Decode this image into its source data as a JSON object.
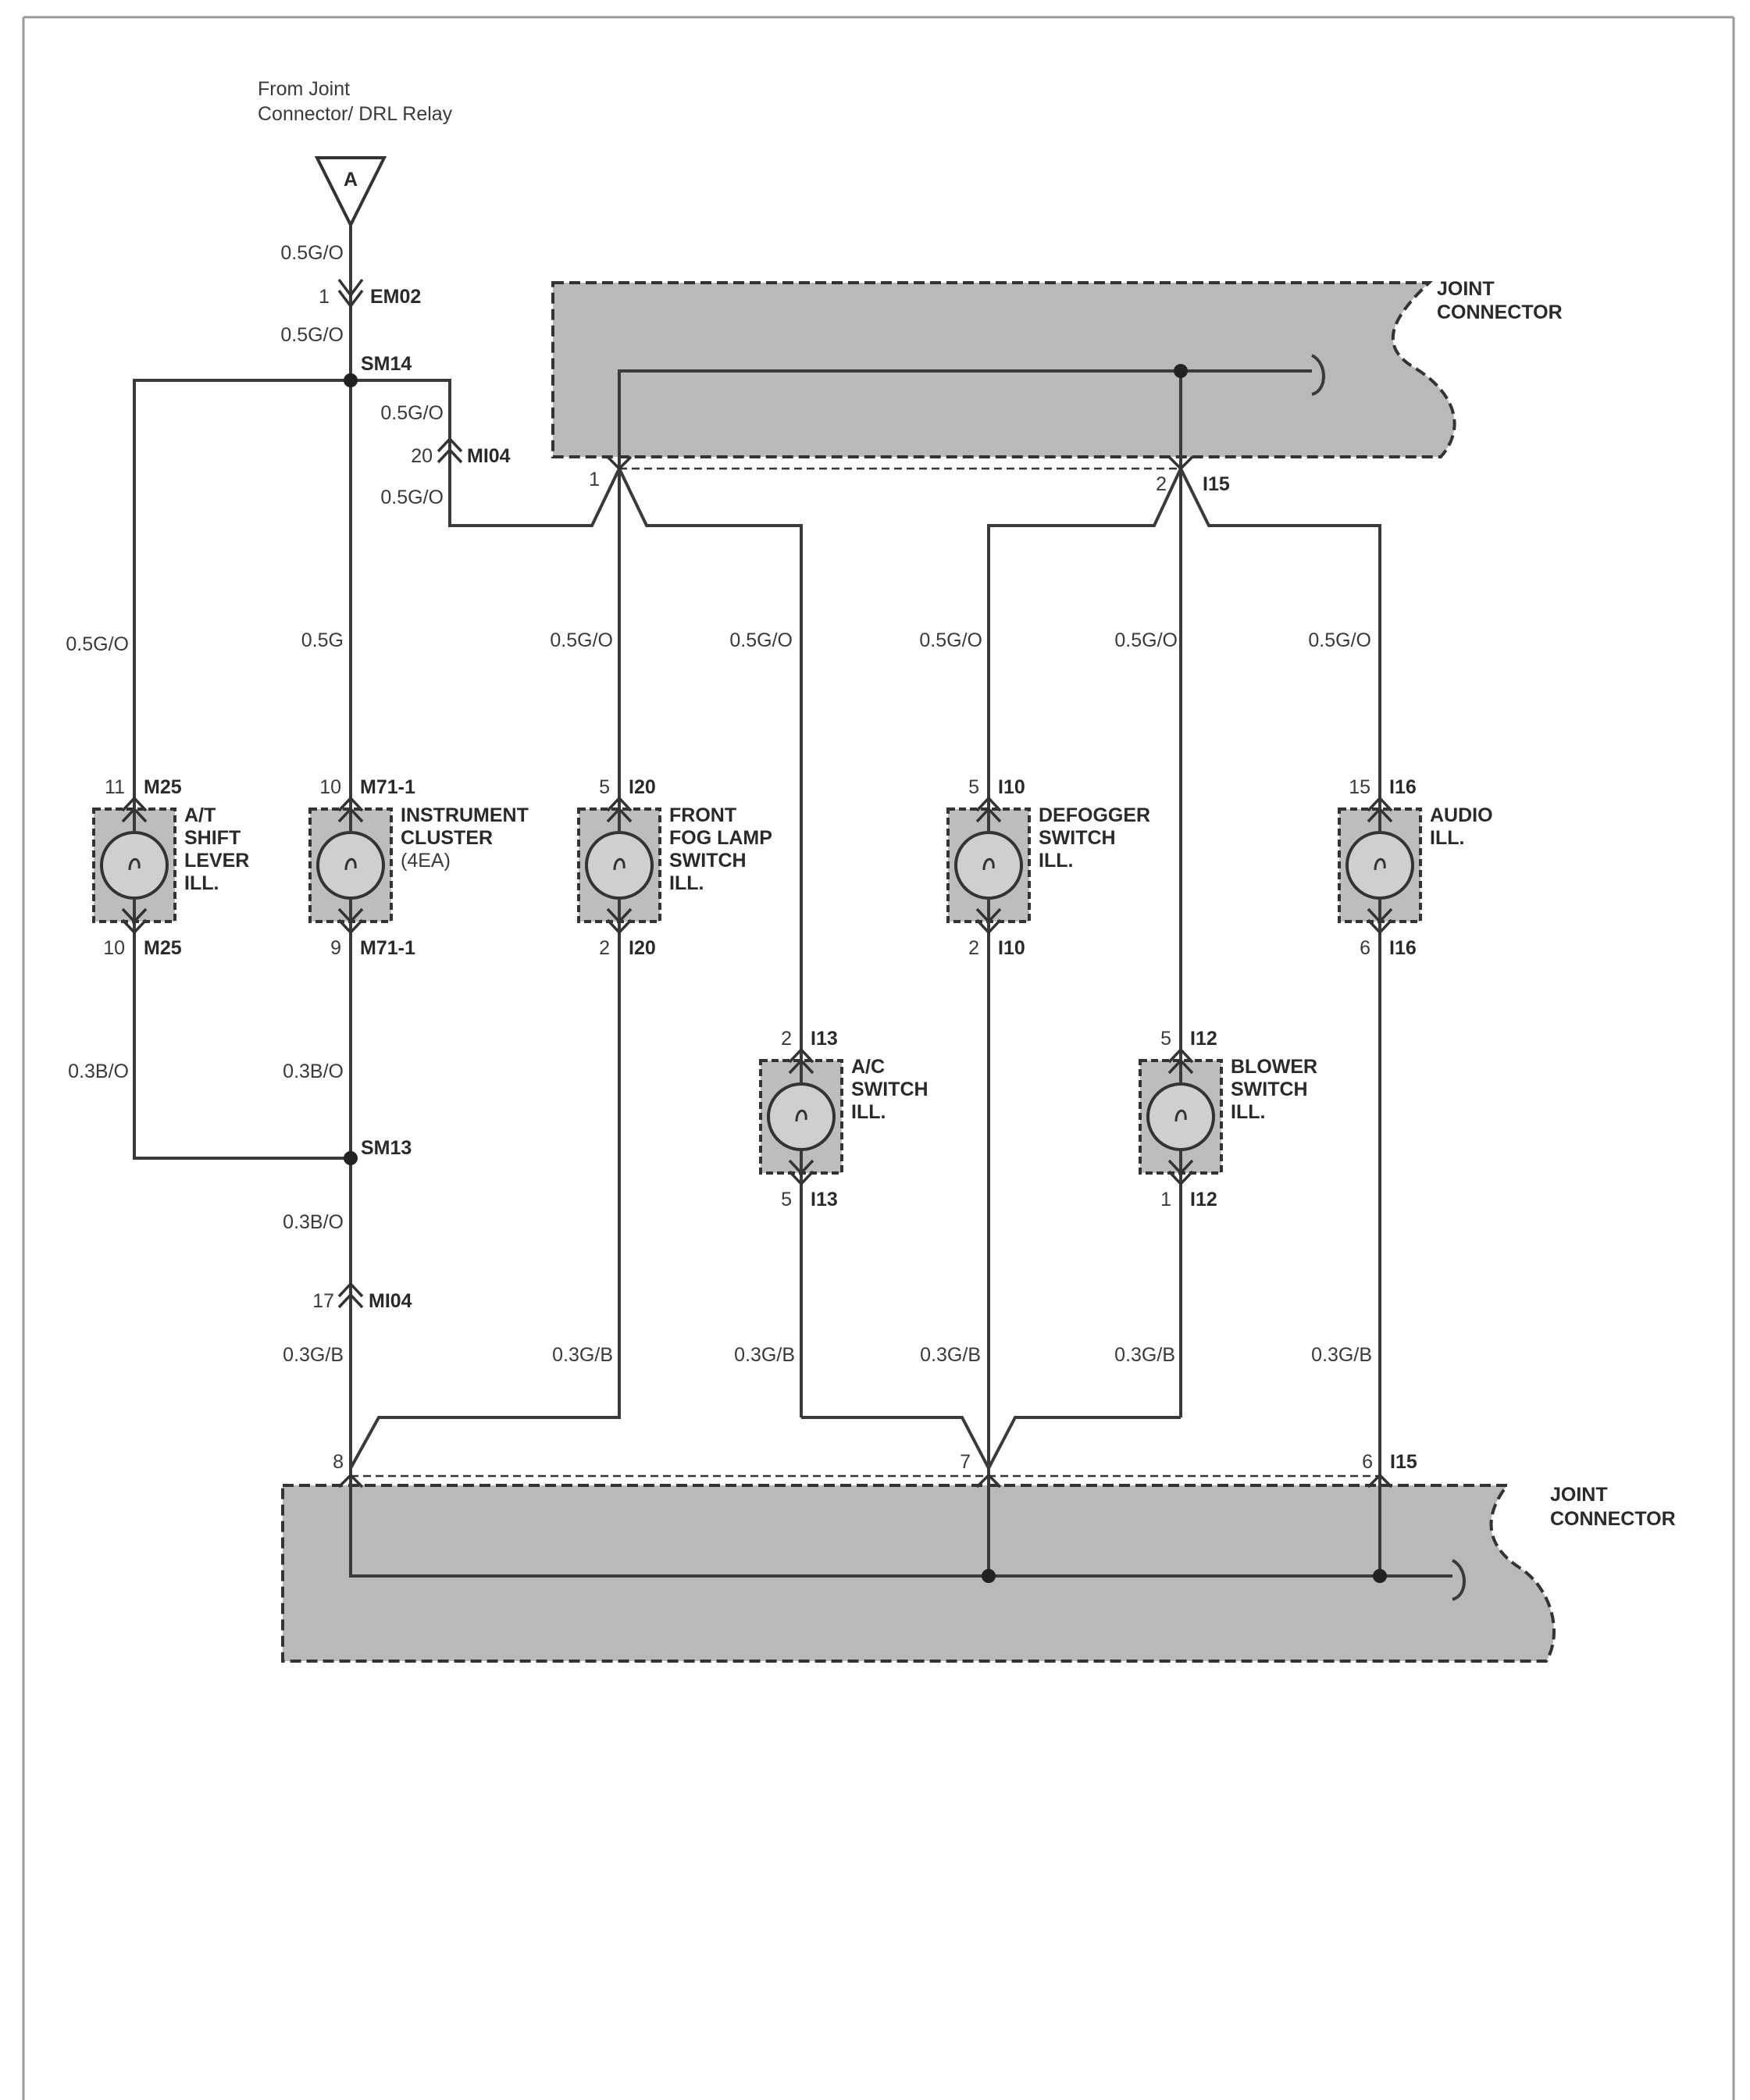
{
  "source": {
    "label": "From Joint Connector/ DRL Relay",
    "line1": "From Joint",
    "line2": "Connector/ DRL Relay",
    "symbol": "A"
  },
  "joint_connector_top": {
    "title1": "JOINT",
    "title2": "CONNECTOR",
    "pin_left": "1",
    "pin_right": "2",
    "code": "I15"
  },
  "joint_connector_bottom": {
    "title1": "JOINT",
    "title2": "CONNECTOR",
    "pin_left": "8",
    "pin_mid": "7",
    "pin_right": "6",
    "code": "I15"
  },
  "splices": {
    "sm14": "SM14",
    "sm13": "SM13"
  },
  "connectors": {
    "em02": {
      "pin": "1",
      "code": "EM02"
    },
    "mi04_top": {
      "pin": "20",
      "code": "MI04"
    },
    "mi04_bottom": {
      "pin": "17",
      "code": "MI04"
    }
  },
  "wires": {
    "a_to_em02": "0.5G/O",
    "em02_to_sm14": "0.5G/O",
    "mi04_upper": "0.5G/O",
    "mi04_lower": "0.5G/O",
    "at_upper": "0.5G/O",
    "ic_upper": "0.5G",
    "fog_upper": "0.5G/O",
    "ac_upper": "0.5G/O",
    "def_upper": "0.5G/O",
    "blower_upper": "0.5G/O",
    "audio_upper": "0.5G/O",
    "at_lower": "0.3B/O",
    "ic_lower": "0.3B/O",
    "sm13_lower": "0.3B/O",
    "ic_bottom": "0.3G/B",
    "fog_bottom": "0.3G/B",
    "ac_bottom": "0.3G/B",
    "def_bottom": "0.3G/B",
    "blower_bottom": "0.3G/B",
    "audio_bottom": "0.3G/B"
  },
  "components": [
    {
      "id": "at",
      "name": [
        "A/T",
        "SHIFT",
        "LEVER",
        "ILL."
      ],
      "top_pin": "11",
      "top_code": "M25",
      "bot_pin": "10",
      "bot_code": "M25"
    },
    {
      "id": "ic",
      "name": [
        "INSTRUMENT",
        "CLUSTER",
        "(4EA)"
      ],
      "top_pin": "10",
      "top_code": "M71-1",
      "bot_pin": "9",
      "bot_code": "M71-1"
    },
    {
      "id": "fog",
      "name": [
        "FRONT",
        "FOG LAMP",
        "SWITCH",
        "ILL."
      ],
      "top_pin": "5",
      "top_code": "I20",
      "bot_pin": "2",
      "bot_code": "I20"
    },
    {
      "id": "ac",
      "name": [
        "A/C",
        "SWITCH",
        "ILL."
      ],
      "top_pin": "2",
      "top_code": "I13",
      "bot_pin": "5",
      "bot_code": "I13"
    },
    {
      "id": "def",
      "name": [
        "DEFOGGER",
        "SWITCH",
        "ILL."
      ],
      "top_pin": "5",
      "top_code": "I10",
      "bot_pin": "2",
      "bot_code": "I10"
    },
    {
      "id": "blower",
      "name": [
        "BLOWER",
        "SWITCH",
        "ILL."
      ],
      "top_pin": "5",
      "top_code": "I12",
      "bot_pin": "1",
      "bot_code": "I12"
    },
    {
      "id": "audio",
      "name": [
        "AUDIO",
        "ILL."
      ],
      "top_pin": "15",
      "top_code": "I16",
      "bot_pin": "6",
      "bot_code": "I16"
    }
  ]
}
